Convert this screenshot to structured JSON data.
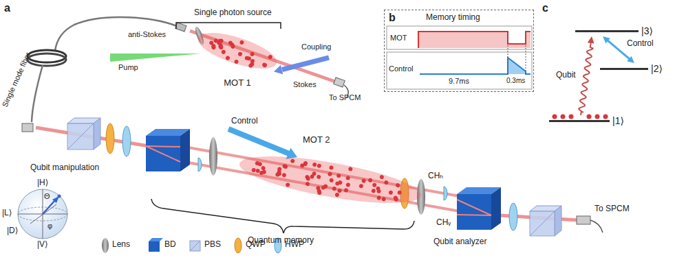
{
  "diagram": {
    "nodes": [
      {
        "text": [
          "MOT 1"
        ]
      },
      {
        "text": [
          "MOT 2"
        ]
      },
      {
        "text": [
          "Memory timing"
        ]
      },
      {
        "text": [
          "|3⟩"
        ]
      },
      {
        "text": [
          "|2⟩"
        ]
      },
      {
        "text": [
          "|1⟩"
        ]
      }
    ],
    "edges": [
      {
        "from": 5,
        "to": 3,
        "arrow": "to",
        "label": "Qubit"
      },
      {
        "from": 3,
        "to": 4,
        "arrow": "both",
        "label": "Control"
      }
    ],
    "labels": [
      "a",
      "Single photon source",
      "anti-Stokes",
      "Pump",
      "Coupling",
      "Stokes",
      "To SPCM",
      "Single mode fiber",
      "Control",
      "Qubit manipulation",
      "CHₕ",
      "CHᵥ",
      "Quantum memory",
      "Qubit analyzer",
      "To SPCM",
      "|H⟩",
      "|L⟩",
      "|D⟩",
      "|V⟩",
      "Θ",
      "φ",
      "b",
      "MOT",
      "Control",
      "9.7ms",
      "0.3ms",
      "c"
    ],
    "legend": [
      {
        "text": "Lens"
      },
      {
        "text": "BD"
      },
      {
        "text": "PBS"
      },
      {
        "text": "QWP"
      },
      {
        "text": "HWP"
      }
    ]
  }
}
